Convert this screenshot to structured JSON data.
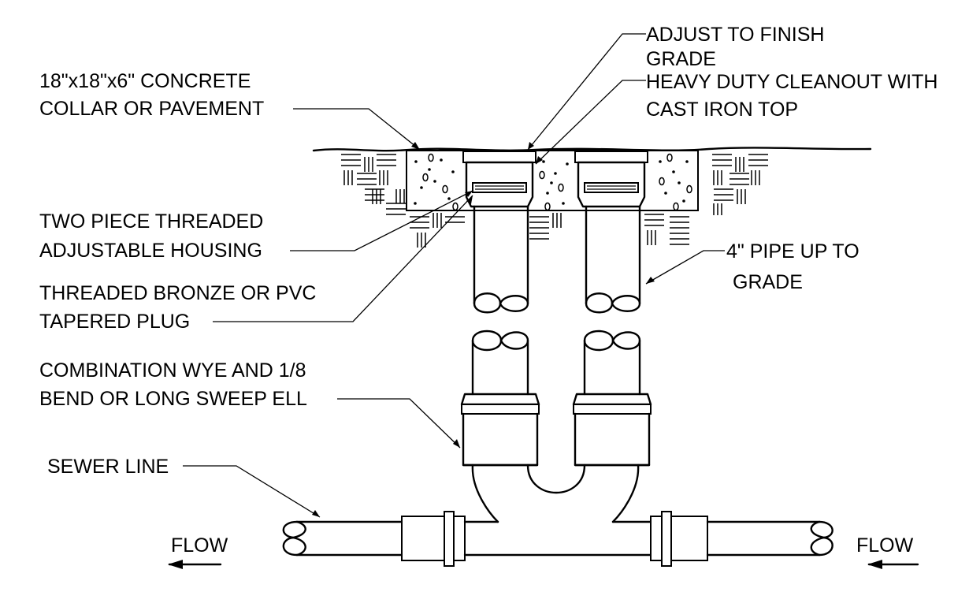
{
  "labels": {
    "adjust_to_finish_grade": [
      "ADJUST TO FINISH",
      "GRADE"
    ],
    "concrete_collar": [
      "18\"x18\"x6\" CONCRETE",
      "COLLAR OR PAVEMENT"
    ],
    "heavy_duty_cleanout": [
      "HEAVY DUTY CLEANOUT WITH",
      "CAST IRON TOP"
    ],
    "two_piece_housing": [
      "TWO PIECE THREADED",
      "ADJUSTABLE HOUSING"
    ],
    "pipe_up_to_grade": [
      "4\" PIPE UP TO",
      "GRADE"
    ],
    "tapered_plug": [
      "THREADED BRONZE OR PVC",
      "TAPERED PLUG"
    ],
    "combination_wye": [
      "COMBINATION WYE AND 1/8",
      "BEND OR LONG SWEEP ELL"
    ],
    "sewer_line": [
      "SEWER LINE"
    ],
    "flow_left": "FLOW",
    "flow_right": "FLOW"
  },
  "colors": {
    "line": "#000000",
    "background": "#ffffff"
  }
}
